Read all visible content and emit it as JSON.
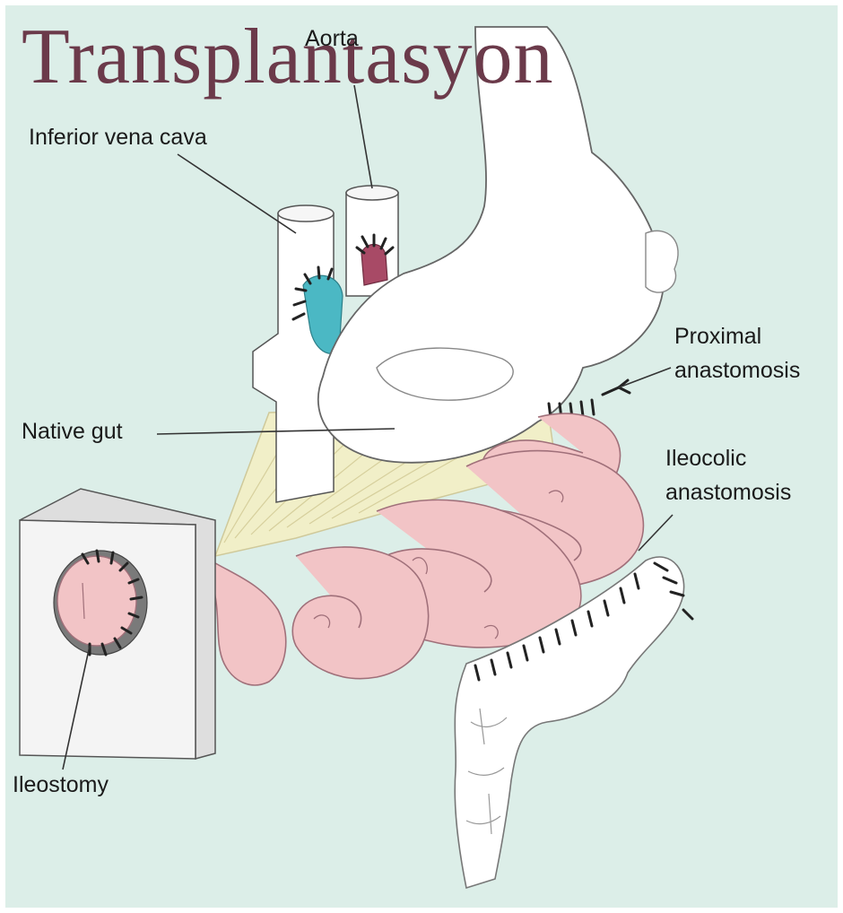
{
  "slide": {
    "title": "Transplantasyon",
    "title_color": "#6b3a4a",
    "background_color": "#dceee8"
  },
  "diagram": {
    "labels": {
      "aorta": "Aorta",
      "ivc": "Inferior vena cava",
      "proximal_line1": "Proximal",
      "proximal_line2": "anastomosis",
      "native_gut": "Native gut",
      "ileocolic_line1": "Ileocolic",
      "ileocolic_line2": "anastomosis",
      "ileostomy": "Ileostomy"
    },
    "colors": {
      "stomach": "#ffffff",
      "bowel": "#f2c4c6",
      "vein_anastomosis": "#4bb8c4",
      "artery_anastomosis": "#a84a66",
      "mesentery": "#f1efc8"
    }
  }
}
